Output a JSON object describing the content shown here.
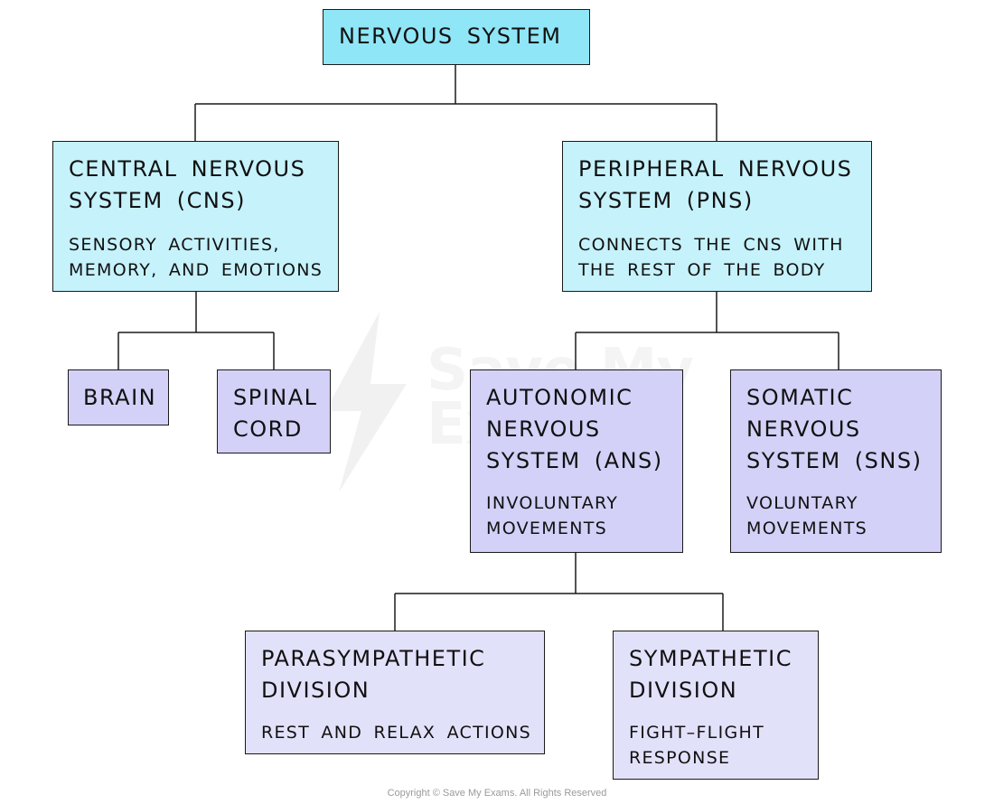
{
  "nodes": {
    "nervous_system": {
      "title": "NERVOUS  SYSTEM"
    },
    "cns": {
      "title": "CENTRAL  NERVOUS\nSYSTEM  (CNS)",
      "description": "SENSORY  ACTIVITIES,\nMEMORY,  AND  EMOTIONS"
    },
    "pns": {
      "title": "PERIPHERAL  NERVOUS\nSYSTEM  (PNS)",
      "description": "CONNECTS  THE  CNS  WITH\nTHE  REST  OF  THE  BODY"
    },
    "brain": {
      "title": "BRAIN"
    },
    "spinal_cord": {
      "title": "SPINAL\nCORD"
    },
    "ans": {
      "title": "AUTONOMIC\nNERVOUS\nSYSTEM  (ANS)",
      "description": "INVOLUNTARY\nMOVEMENTS"
    },
    "sns": {
      "title": "SOMATIC\nNERVOUS\nSYSTEM  (SNS)",
      "description": "VOLUNTARY\nMOVEMENTS"
    },
    "parasympathetic": {
      "title": "PARASYMPATHETIC\nDIVISION",
      "description": "REST  AND  RELAX  ACTIONS"
    },
    "sympathetic": {
      "title": "SYMPATHETIC\nDIVISION",
      "description": "FIGHT–FLIGHT\nRESPONSE"
    }
  },
  "colors": {
    "root": "#8fe6f7",
    "level1": "#c6f2fb",
    "leaf": "#d3d1f7",
    "division": "#e2e1fa",
    "line": "#1a1a1a"
  },
  "watermark": "Save My\nExams",
  "copyright": "Copyright © Save My Exams. All Rights Reserved"
}
